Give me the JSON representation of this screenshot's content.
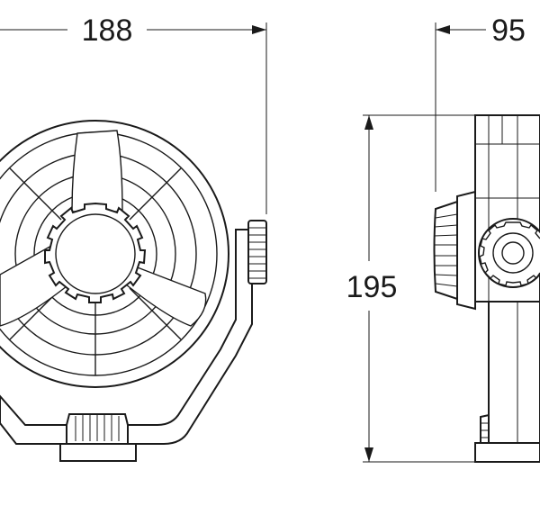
{
  "dimensions": {
    "width": "188",
    "depth": "95",
    "height": "195"
  }
}
